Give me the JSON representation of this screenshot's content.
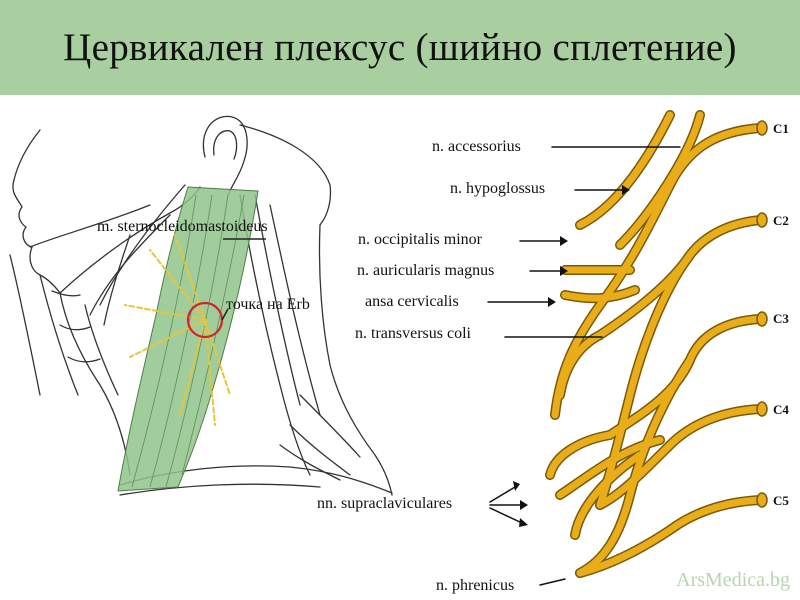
{
  "title": "Цервикален плексус (шийно сплетение)",
  "left_figure": {
    "muscle_label": "m. sternocleidomastoideus",
    "erb_point_label": "точка на Erb"
  },
  "right_figure": {
    "nerve_labels": [
      "n. accessorius",
      "n. hypoglossus",
      "n. occipitalis minor",
      "n. auricularis magnus",
      "ansa cervicalis",
      "n. transversus coli",
      "nn. supraclaviculares",
      "n. phrenicus"
    ],
    "roots": [
      "C1",
      "C2",
      "C3",
      "C4",
      "C5"
    ]
  },
  "colors": {
    "title_bg": "#a9cfa0",
    "muscle": "#8fc48a",
    "nerve": "#e8ad19",
    "nerve_outline": "#7a5a08",
    "erb_circle": "#d9202a"
  },
  "watermark": "ArsMedica.bg"
}
